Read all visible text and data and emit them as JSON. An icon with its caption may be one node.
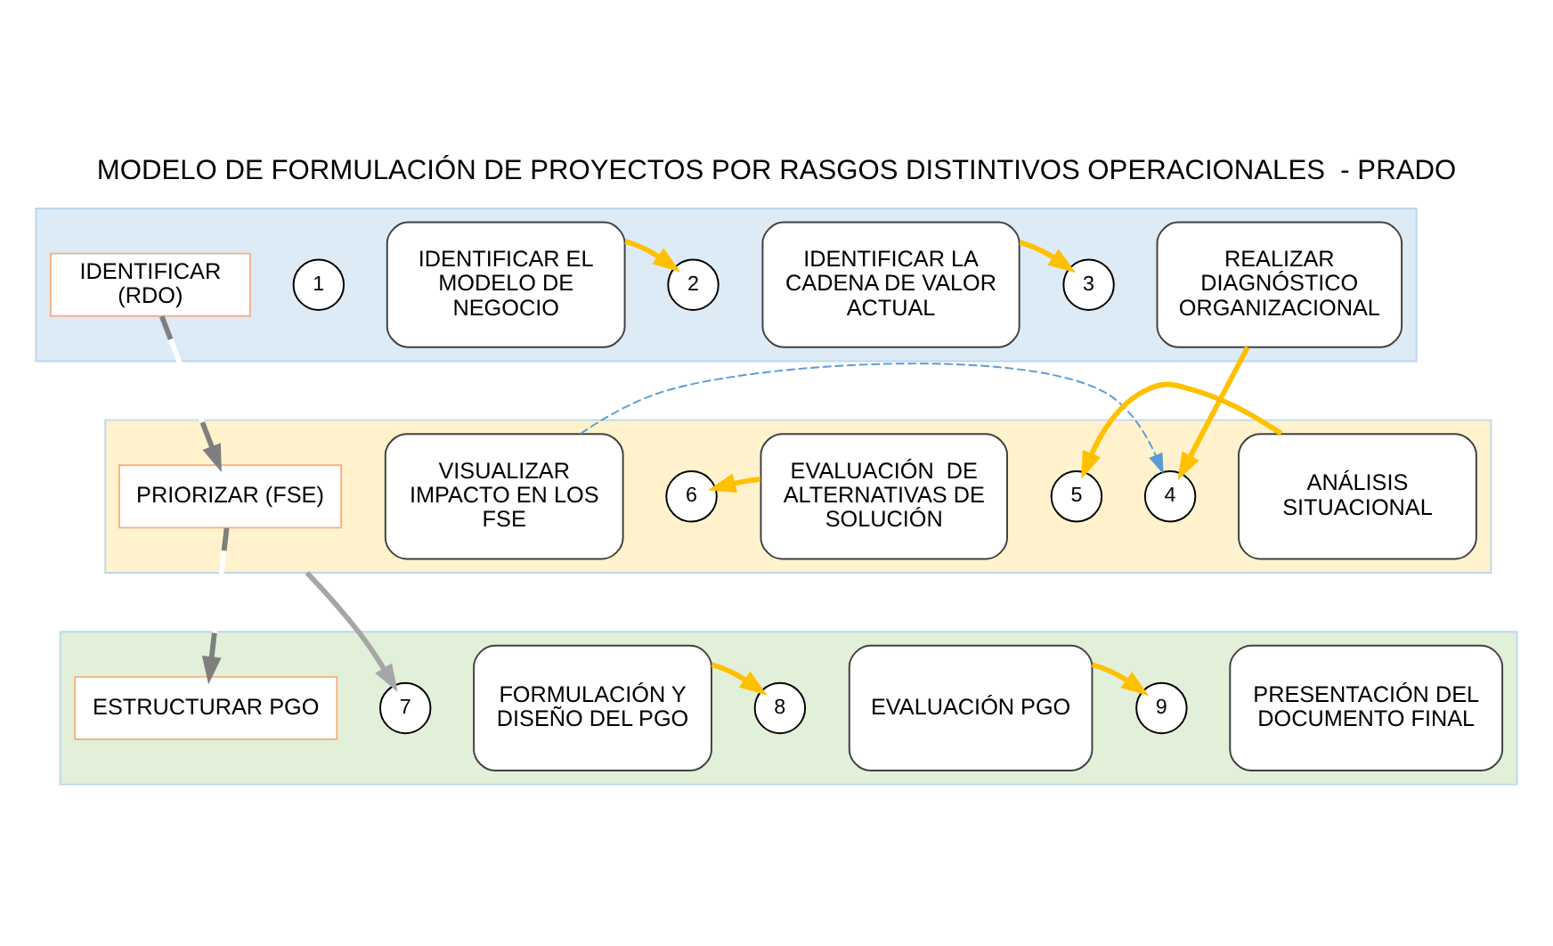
{
  "diagram": {
    "title": "MODELO DE FORMULACIÓN DE PROYECTOS POR RASGOS DISTINTIVOS OPERACIONALES  - PRADO",
    "nodes": [
      {
        "text": [],
        "shape": "box"
      },
      {
        "text": [
          "IDENTIFICAR (RDO)"
        ],
        "in": 0
      },
      {
        "text": [
          "1"
        ],
        "in": 0
      },
      {
        "text": [
          "IDENTIFICAR EL MODELO DE NEGOCIO"
        ],
        "in": 0
      },
      {
        "text": [
          "2"
        ],
        "in": 0
      },
      {
        "text": [
          "IDENTIFICAR LA CADENA DE VALOR ACTUAL"
        ],
        "in": 0
      },
      {
        "text": [
          "3"
        ],
        "in": 0
      },
      {
        "text": [
          "REALIZAR DIAGNÓSTICO ORGANIZACIONAL"
        ],
        "in": 0
      },
      {
        "text": [],
        "shape": "box"
      },
      {
        "text": [
          "PRIORIZAR (FSE)"
        ],
        "in": 8
      },
      {
        "text": [
          "VISUALIZAR IMPACTO EN LOS FSE"
        ],
        "in": 8
      },
      {
        "text": [
          "6"
        ],
        "in": 8
      },
      {
        "text": [
          "EVALUACIÓN  DE ALTERNATIVAS DE SOLUCIÓN"
        ],
        "in": 8
      },
      {
        "text": [
          "5"
        ],
        "in": 8
      },
      {
        "text": [
          "4"
        ],
        "in": 8
      },
      {
        "text": [
          "ANÁLISIS SITUACIONAL"
        ],
        "in": 8
      },
      {
        "text": [],
        "shape": "box"
      },
      {
        "text": [
          "ESTRUCTURAR PGO"
        ],
        "in": 16
      },
      {
        "text": [
          "7"
        ],
        "in": 16
      },
      {
        "text": [
          "FORMULACIÓN Y DISEÑO DEL PGO"
        ],
        "in": 16
      },
      {
        "text": [
          "8"
        ],
        "in": 16
      },
      {
        "text": [
          "EVALUACIÓN PGO"
        ],
        "in": 16
      },
      {
        "text": [
          "9"
        ],
        "in": 16
      },
      {
        "text": [
          "PRESENTACIÓN DEL DOCUMENTO FINAL"
        ],
        "in": 16
      }
    ],
    "edges": [
      {
        "from": 3,
        "to": 4,
        "arrow": "to"
      },
      {
        "from": 5,
        "to": 6,
        "arrow": "to"
      },
      {
        "from": 7,
        "to": 14,
        "arrow": "to"
      },
      {
        "from": 15,
        "to": 13,
        "arrow": "to"
      },
      {
        "from": 12,
        "to": 11,
        "arrow": "to"
      },
      {
        "from": 8,
        "to": 18,
        "arrow": "to",
        "color": "#a6a6a6"
      },
      {
        "from": 19,
        "to": 20,
        "arrow": "to"
      },
      {
        "from": 21,
        "to": 22,
        "arrow": "to"
      },
      {
        "from": 1,
        "to": 9,
        "arrow": "to",
        "color": "#ffffff"
      },
      {
        "from": 9,
        "to": 17,
        "arrow": "to",
        "color": "#ffffff"
      },
      {
        "from": 10,
        "to": 14,
        "arrow": "to",
        "style": "dashed",
        "color": "#5b9bd5"
      }
    ]
  }
}
